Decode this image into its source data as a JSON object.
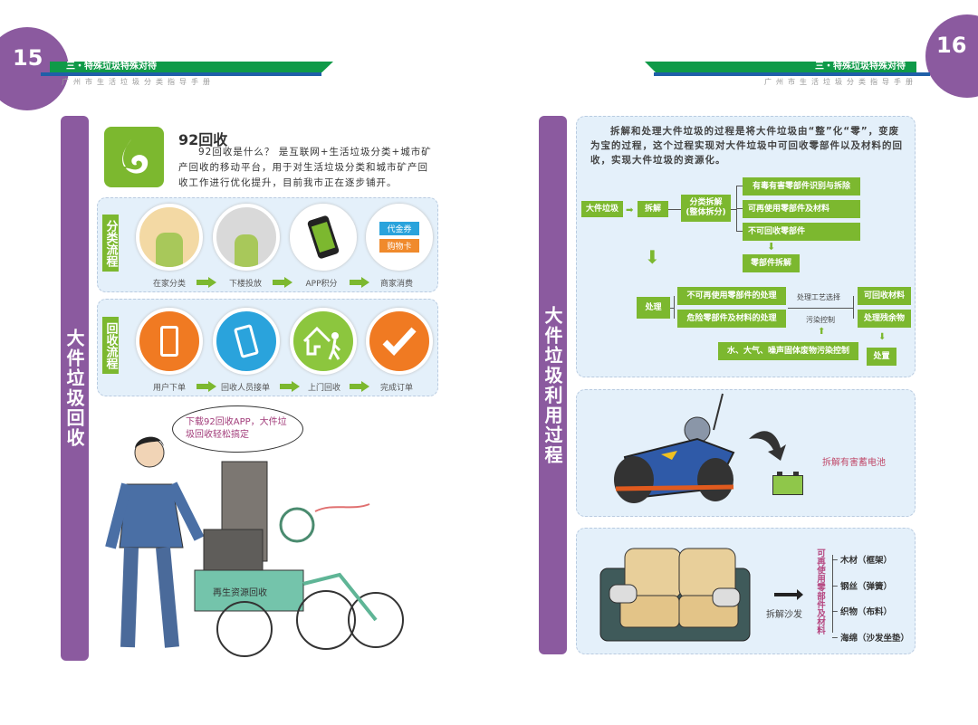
{
  "left_page": {
    "page_number": "15",
    "chapter": "三・特殊垃圾特殊对待",
    "handbook": "广州市生活垃圾分类指导手册",
    "side_title": "大件垃圾回收",
    "app": {
      "icon": "92-recycle-logo-icon",
      "title": "92回收",
      "description": "92回收是什么？ 是互联网+生活垃圾分类+城市矿产回收的移动平台，用于对生活垃圾分类和城市矿产回收工作进行优化提升，目前我市正在逐步铺开。"
    },
    "sorting_flow": {
      "label": "分类流程",
      "steps": [
        "在家分类",
        "下楼投放",
        "APP积分",
        "商家消费"
      ],
      "voucher": "代金券",
      "card": "购物卡"
    },
    "recycle_flow": {
      "label": "回收流程",
      "steps": [
        "用户下单",
        "回收人员接单",
        "上门回收",
        "完成订单"
      ]
    },
    "speech": "下载92回收APP，大件垃圾回收轻松搞定",
    "cart_sign": "再生资源回收"
  },
  "right_page": {
    "page_number": "16",
    "chapter": "三・特殊垃圾特殊对待",
    "handbook": "广州市生活垃圾分类指导手册",
    "side_title": "大件垃圾利用过程",
    "intro": "拆解和处理大件垃圾的过程是将大件垃圾由“整”化“零”，变废为宝的过程，这个过程实现对大件垃圾中可回收零部件以及材料的回收，实现大件垃圾的资源化。",
    "flow": {
      "bulky": "大件垃圾",
      "dismantle": "拆解",
      "classify": "分类拆解\n(整体拆分)",
      "toxic": "有毒有害零部件识别与拆除",
      "reusable": "可再使用零部件及材料",
      "nonrecyclable": "不可回收零部件",
      "parts_dismantle": "零部件拆解",
      "process": "处理",
      "nonreusable_process": "不可再使用零部件的处理",
      "hazard_process": "危险零部件及材料的处理",
      "process_select": "处理工艺选择",
      "pollution_control": "污染控制",
      "recyclable_material": "可回收材料",
      "residue": "处理残余物",
      "env_control": "水、大气、噪声固体废物污染控制",
      "disposal": "处置"
    },
    "battery_caption": "拆解有害蓄电池",
    "sofa": {
      "caption": "拆解沙发",
      "group": "可再使用零部件及材料",
      "items": [
        "木材（框架）",
        "钢丝（弹簧）",
        "织物（布料）",
        "海绵（沙发坐垫）"
      ]
    }
  },
  "colors": {
    "purple": "#8b5a9f",
    "green": "#7cb82f",
    "banner_green": "#0f9a48",
    "blue": "#1f5fa8",
    "panel": "#e4f0fa"
  }
}
